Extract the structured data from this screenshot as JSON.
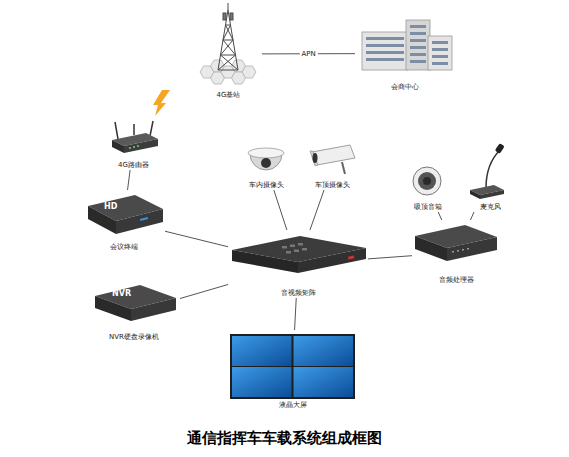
{
  "diagram": {
    "caption": "通信指挥车车载系统组成框图",
    "nodes": [
      {
        "text": [
          "4G基站"
        ]
      },
      {
        "text": [
          "会商中心"
        ]
      },
      {
        "text": [
          "4G路由器"
        ]
      },
      {
        "text": [
          "车内摄像头"
        ]
      },
      {
        "text": [
          "车顶摄像头"
        ]
      },
      {
        "text": [
          "吸顶音箱"
        ]
      },
      {
        "text": [
          "麦克风"
        ]
      },
      {
        "text": [
          "会议终端"
        ]
      },
      {
        "text": [
          "音视频矩阵"
        ]
      },
      {
        "text": [
          "音频处理器"
        ]
      },
      {
        "text": [
          "NVR硬盘录像机"
        ]
      },
      {
        "text": [
          "液晶大屏"
        ]
      }
    ],
    "edges": [
      {
        "from": 0,
        "to": 1,
        "label": "APN",
        "arrow": "none"
      },
      {
        "from": 2,
        "to": 7,
        "arrow": "none"
      },
      {
        "from": 7,
        "to": 8,
        "arrow": "none"
      },
      {
        "from": 3,
        "to": 8,
        "arrow": "none"
      },
      {
        "from": 4,
        "to": 8,
        "arrow": "none"
      },
      {
        "from": 10,
        "to": 8,
        "arrow": "none"
      },
      {
        "from": 8,
        "to": 9,
        "arrow": "none"
      },
      {
        "from": 9,
        "to": 5,
        "arrow": "none"
      },
      {
        "from": 9,
        "to": 6,
        "arrow": "none"
      },
      {
        "from": 8,
        "to": 11,
        "arrow": "none"
      }
    ],
    "labels": [
      "HD",
      "NVR"
    ]
  }
}
